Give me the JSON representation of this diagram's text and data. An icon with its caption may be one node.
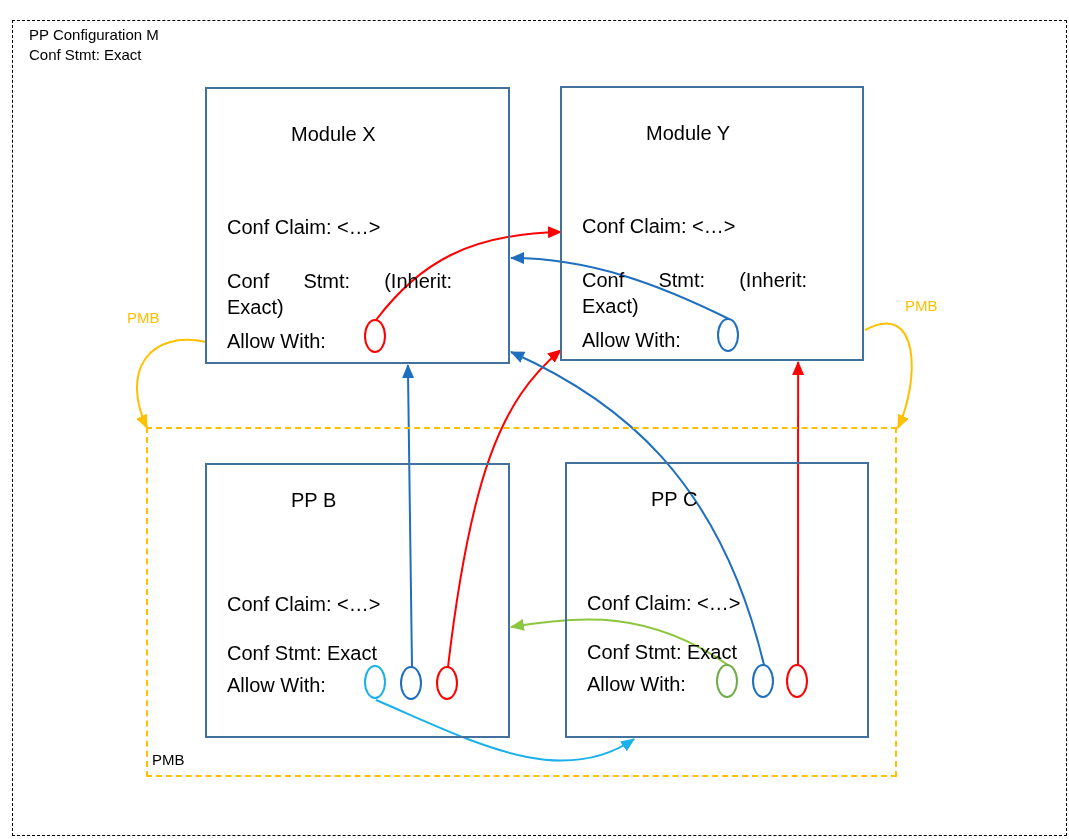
{
  "diagram": {
    "nodes": [
      {
        "text": [
          "PP Configuration M",
          "Conf Stmt: Exact"
        ]
      },
      {
        "text": [
          "Module X",
          "Conf Claim: <…>",
          "Conf Stmt: (Inherit: Exact)",
          "Allow With:"
        ],
        "in": 0
      },
      {
        "text": [],
        "shape": "circle",
        "in": 1
      },
      {
        "text": [
          "Module Y",
          "Conf Claim: <…>",
          "Conf Stmt: (Inherit: Exact)",
          "Allow With:"
        ],
        "in": 0
      },
      {
        "text": [],
        "shape": "circle",
        "in": 3
      },
      {
        "text": [
          "PMB"
        ],
        "in": 0
      },
      {
        "text": [
          "PP B",
          "Conf Claim: <…>",
          "Conf Stmt: Exact",
          "Allow With:"
        ],
        "in": 5
      },
      {
        "text": [],
        "shape": "circle",
        "in": 6
      },
      {
        "text": [],
        "shape": "circle",
        "in": 6
      },
      {
        "text": [],
        "shape": "circle",
        "in": 6
      },
      {
        "text": [
          "PP C",
          "Conf Claim: <…>",
          "Conf Stmt: Exact",
          "Allow With:"
        ],
        "in": 5
      },
      {
        "text": [],
        "shape": "circle",
        "in": 10
      },
      {
        "text": [],
        "shape": "circle",
        "in": 10
      },
      {
        "text": [],
        "shape": "circle",
        "in": 10
      }
    ],
    "edges": [
      {
        "from": 2,
        "to": 3,
        "arrow": "to",
        "color": "#ff0000"
      },
      {
        "from": 4,
        "to": 1,
        "arrow": "to",
        "color": "#1f6fbf"
      },
      {
        "from": 8,
        "to": 1,
        "arrow": "to",
        "color": "#1f6fbf"
      },
      {
        "from": 9,
        "to": 3,
        "arrow": "to",
        "color": "#ff0000"
      },
      {
        "from": 12,
        "to": 1,
        "arrow": "to",
        "color": "#1f6fbf"
      },
      {
        "from": 13,
        "to": 3,
        "arrow": "to",
        "color": "#ff0000"
      },
      {
        "from": 11,
        "to": 6,
        "arrow": "to",
        "color": "#8cc63f"
      },
      {
        "from": 7,
        "to": 10,
        "arrow": "to",
        "color": "#1ab0ea"
      },
      {
        "from": 1,
        "to": 5,
        "label": "PMB",
        "arrow": "to",
        "color": "#ffc000"
      },
      {
        "from": 3,
        "to": 5,
        "label": "PMB",
        "arrow": "to",
        "color": "#ffc000"
      }
    ]
  }
}
